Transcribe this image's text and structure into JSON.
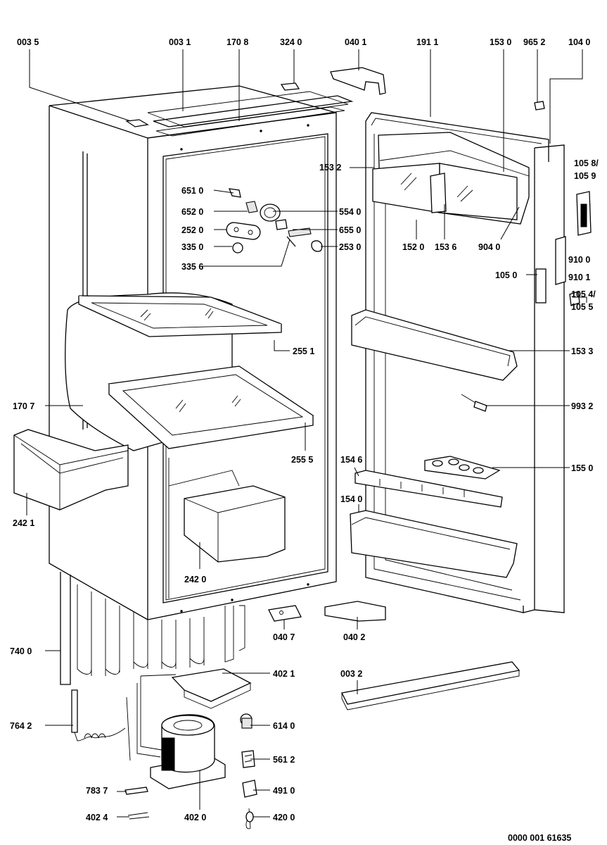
{
  "labels": {
    "l0035": "003 5",
    "l0031": "003 1",
    "l1708": "170 8",
    "l3240": "324 0",
    "l0401": "040 1",
    "l1911": "191 1",
    "l1530": "153 0",
    "l9652": "965 2",
    "l1040": "104 0",
    "l1058": "105 8/",
    "l1059": "105 9",
    "l1532": "153 2",
    "l6510": "651 0",
    "l6520": "652 0",
    "l5540": "554 0",
    "l2520": "252 0",
    "l6550": "655 0",
    "l3350": "335 0",
    "l2530": "253 0",
    "l1520": "152 0",
    "l1536": "153 6",
    "l9040": "904 0",
    "l3356": "335 6",
    "l9100": "910 0",
    "l1050": "105 0",
    "l9101": "910 1",
    "l1054": "105 4/",
    "l1055": "105 5",
    "l2551": "255 1",
    "l1533": "153 3",
    "l1707": "170 7",
    "l9932": "993 2",
    "l2555": "255 5",
    "l1546": "154 6",
    "l1550": "155 0",
    "l2421": "242 1",
    "l1540": "154 0",
    "l2420": "242 0",
    "l0407": "040 7",
    "l0402": "040 2",
    "l7400": "740 0",
    "l4021": "402 1",
    "l0032": "003 2",
    "l7642": "764 2",
    "l6140": "614 0",
    "l5612": "561 2",
    "l7837": "783 7",
    "l4910": "491 0",
    "l4024": "402 4",
    "l4020": "402 0",
    "l4200": "420 0",
    "ref": "0000 001 61635"
  }
}
